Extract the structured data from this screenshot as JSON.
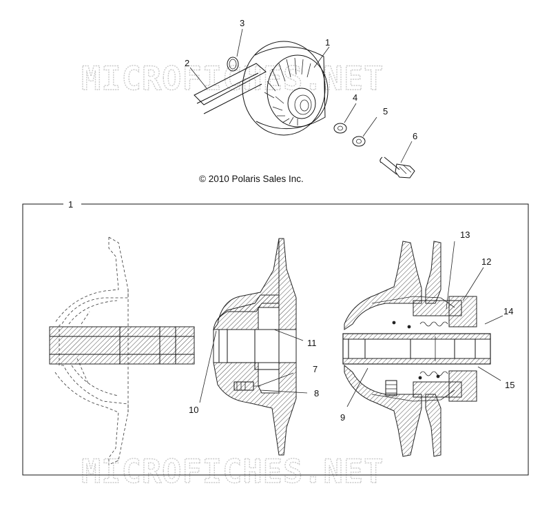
{
  "copyright": "© 2010 Polaris Sales Inc.",
  "watermark": "MICROFICHES.NET",
  "callouts": {
    "c1": "1",
    "c2": "2",
    "c3": "3",
    "c4": "4",
    "c5": "5",
    "c6": "6",
    "box": "1",
    "c7": "7",
    "c8": "8",
    "c9": "9",
    "c10": "10",
    "c11": "11",
    "c12": "12",
    "c13": "13",
    "c14": "14",
    "c15": "15"
  }
}
